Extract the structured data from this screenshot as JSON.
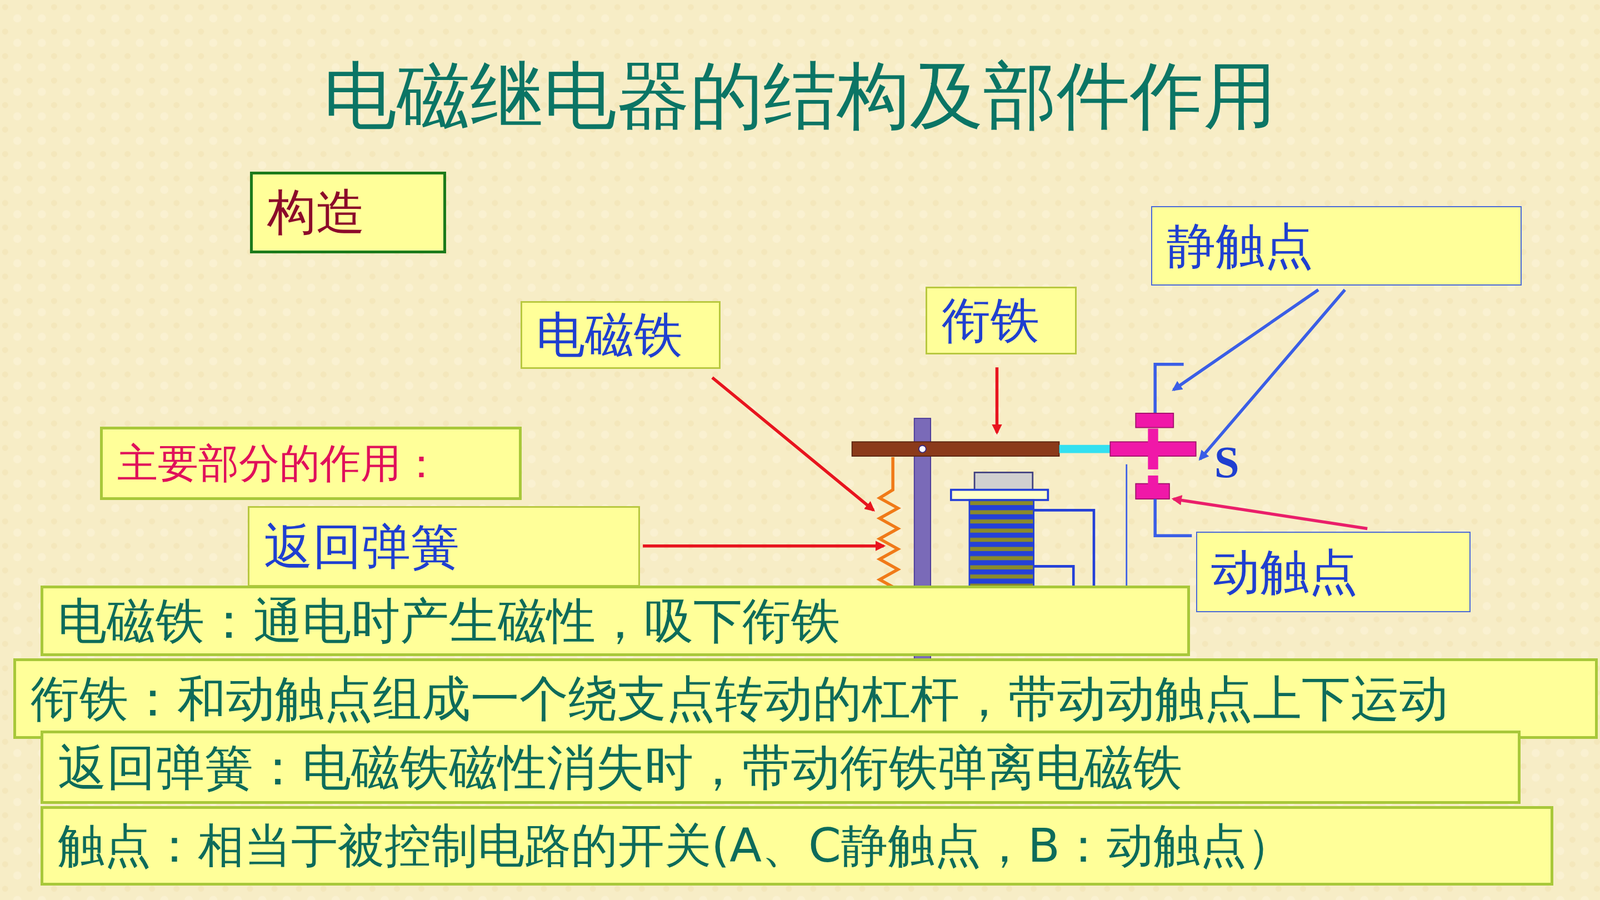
{
  "diagram": {
    "title": "电磁继电器的结构及部件作用",
    "nodes": [
      {
        "text": [
          "构造"
        ]
      },
      {
        "text": [
          "静触点"
        ]
      },
      {
        "text": [
          "电磁铁"
        ]
      },
      {
        "text": [
          "衔铁"
        ]
      },
      {
        "text": [
          "主要部分的作用："
        ]
      },
      {
        "text": [
          "返回弹簧"
        ]
      },
      {
        "text": [
          "动触点"
        ]
      },
      {
        "text": [
          "电磁铁：通电时产生磁性，吸下衔铁"
        ]
      },
      {
        "text": [
          "衔铁：和动触点组成一个绕支点转动的杠杆，带动动触点上下运动"
        ]
      },
      {
        "text": [
          "返回弹簧：电磁铁磁性消失时，带动衔铁弹离电磁铁"
        ]
      },
      {
        "text": [
          "触点：相当于被控制电路的开关(A、C静触点，B：动触点）"
        ]
      }
    ],
    "labels": [
      "S"
    ]
  }
}
